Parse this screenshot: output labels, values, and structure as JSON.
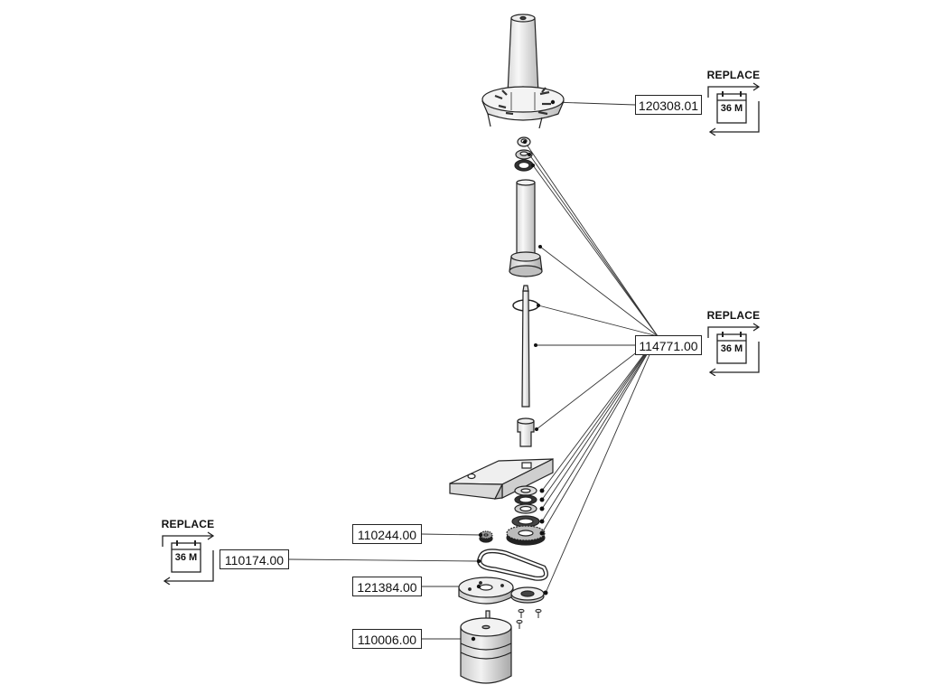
{
  "parts": {
    "nozzle": "120308.01",
    "kit": "114771.00",
    "pulley": "110244.00",
    "belt": "110174.00",
    "plate": "121384.00",
    "motor": "110006.00"
  },
  "replace": {
    "title": "REPLACE",
    "interval": "36 M"
  }
}
